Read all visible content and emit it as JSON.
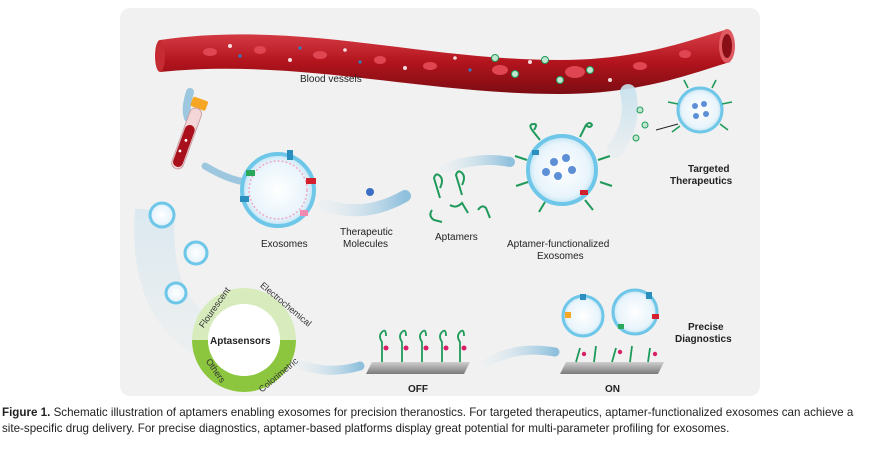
{
  "figure": {
    "labels": {
      "blood_vessels": "Blood vessels",
      "exosomes": "Exosomes",
      "therapeutic_line1": "Therapeutic",
      "therapeutic_line2": "Molecules",
      "aptamers": "Aptamers",
      "apt_exo_line1": "Aptamer-functionalized",
      "apt_exo_line2": "Exosomes",
      "targeted_line1": "Targeted",
      "targeted_line2": "Therapeutics",
      "aptasensors": "Aptasensors",
      "ring_fluorescent": "Flourescent",
      "ring_electrochemical": "Electrochemical",
      "ring_colorimetric": "Colorimetric",
      "ring_others": "Others",
      "off": "OFF",
      "on": "ON",
      "precise_line1": "Precise",
      "precise_line2": "Diagnostics"
    },
    "colors": {
      "vessel": "#b3141d",
      "vessel_dark": "#7c0c12",
      "panel": "#f1f1f1",
      "exosome_ring": "#6ec7e8",
      "aptamer_green": "#1f9a5a",
      "ring_green": "#8cc63f",
      "arrow_blue": "#a9cfe3"
    }
  },
  "caption": {
    "label": "Figure 1.",
    "text": "Schematic illustration of aptamers enabling exosomes for precision theranostics. For targeted therapeutics, aptamer-functionalized exosomes can achieve a site-specific drug delivery. For precise diagnostics, aptamer-based platforms display great potential for multi-parameter profiling for exosomes."
  }
}
